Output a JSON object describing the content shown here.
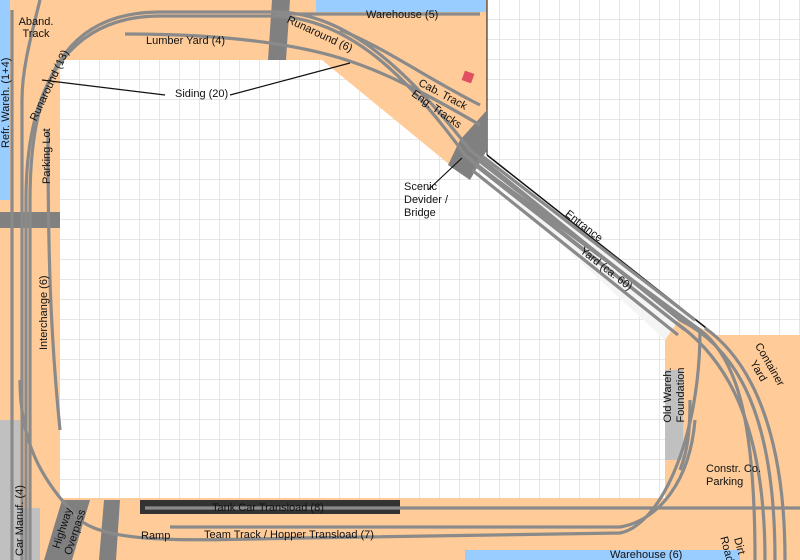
{
  "title": "Model railroad track plan",
  "colors": {
    "benchwork": "#ffcc99",
    "water": "#99ccff",
    "road": "#808080",
    "foundation": "#c0c0c0",
    "grid": "#dddddd",
    "track": "#8a8a8a",
    "transload": "#333333"
  },
  "labels": {
    "aband_track": "Aband. Track",
    "warehouse_top": "Warehouse (5)",
    "lumber_yard": "Lumber Yard (4)",
    "runaround_top": "Runaround (6)",
    "runaround_left": "Runaround (13)",
    "siding": "Siding (20)",
    "cab_track": "Cab. Track",
    "eng_tracks": "Eng. Tracks",
    "refr_wareh": "Refr. Wareh. (1+4)",
    "parking_lot": "Parking Lot",
    "scenic_divider": "Scenic Devider / Bridge",
    "entrance": "Entrance",
    "yard": "Yard (ca. 60)",
    "interchange": "Interchange (6)",
    "container_yard": "Container Yard",
    "old_wareh": "Old Wareh. Foundation",
    "constr_parking": "Constr. Co. Parking",
    "car_manuf": "Car Manuf. (4)",
    "highway_overpass": "Highway Overpass",
    "tank_car": "Tank Car Transload (8)",
    "ramp": "Ramp",
    "team_track": "Team Track / Hopper Transload (7)",
    "warehouse_bottom": "Warehouse (6)",
    "dirt_road": "Dirt Road"
  }
}
